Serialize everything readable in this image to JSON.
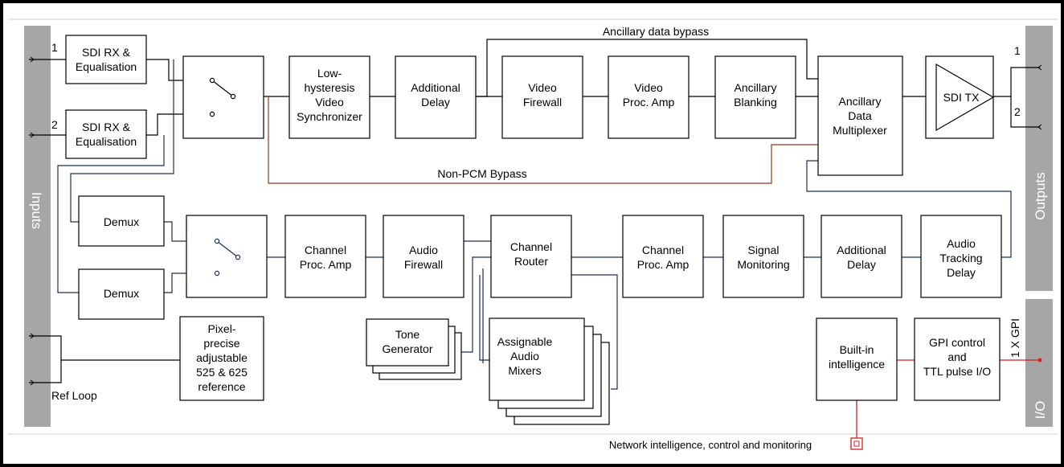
{
  "colors": {
    "side_band": "#a6a6a6",
    "video_wire": "#000000",
    "audio_wire": "#1f2d5c",
    "bypass_wire": "#8a3b1c",
    "network_wire": "#d42020"
  },
  "sidebands": {
    "inputs": "Inputs",
    "outputs": "Outputs",
    "io": "I/O"
  },
  "ports": {
    "in1": "1",
    "in2": "2",
    "out1": "1",
    "out2": "2",
    "ref_loop": "Ref Loop",
    "gpi": "1 X GPI"
  },
  "blocks": {
    "sdi_rx_1": [
      "SDI RX &",
      "Equalisation"
    ],
    "sdi_rx_2": [
      "SDI RX &",
      "Equalisation"
    ],
    "synchronizer": [
      "Low-",
      "hysteresis",
      "Video",
      "Synchronizer"
    ],
    "additional_delay_video": [
      "Additional",
      "Delay"
    ],
    "video_firewall": [
      "Video",
      "Firewall"
    ],
    "video_proc_amp": [
      "Video",
      "Proc. Amp"
    ],
    "ancillary_blanking": [
      "Ancillary",
      "Blanking"
    ],
    "ancillary_mux": [
      "Ancillary",
      "Data",
      "Multiplexer"
    ],
    "sdi_tx": "SDI TX",
    "demux_1": "Demux",
    "demux_2": "Demux",
    "channel_proc_amp_1": [
      "Channel",
      "Proc. Amp"
    ],
    "audio_firewall": [
      "Audio",
      "Firewall"
    ],
    "channel_router": [
      "Channel",
      "Router"
    ],
    "channel_proc_amp_2": [
      "Channel",
      "Proc. Amp"
    ],
    "signal_monitoring": [
      "Signal",
      "Monitoring"
    ],
    "additional_delay_audio": [
      "Additional",
      "Delay"
    ],
    "audio_tracking_delay": [
      "Audio",
      "Tracking",
      "Delay"
    ],
    "tone_generator": [
      "Tone",
      "Generator"
    ],
    "assignable_mixers": [
      "Assignable",
      "Audio",
      "Mixers"
    ],
    "reference": [
      "Pixel-",
      "precise",
      "adjustable",
      "525 & 625",
      "reference"
    ],
    "built_in_intelligence": [
      "Built-in",
      "intelligence"
    ],
    "gpi_control": [
      "GPI control",
      "and",
      "TTL pulse I/O"
    ]
  },
  "annotations": {
    "ancillary_bypass": "Ancillary data bypass",
    "non_pcm_bypass": "Non-PCM Bypass",
    "network": "Network intelligence, control and monitoring"
  }
}
